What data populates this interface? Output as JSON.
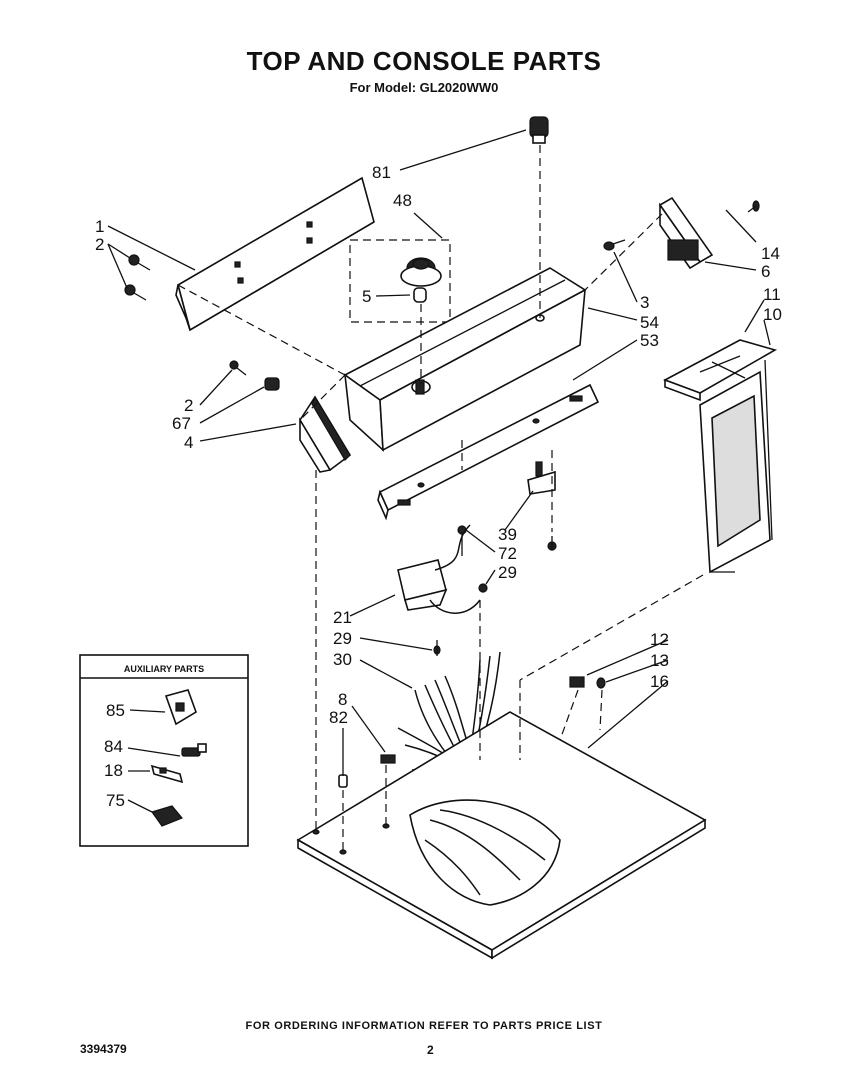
{
  "header": {
    "title": "TOP AND CONSOLE PARTS",
    "subtitle": "For Model: GL2020WW0"
  },
  "callouts": [
    "81",
    "48",
    "1",
    "2",
    "5",
    "14",
    "6",
    "3",
    "54",
    "11",
    "10",
    "53",
    "2",
    "67",
    "4",
    "39",
    "72",
    "29",
    "21",
    "29",
    "30",
    "12",
    "13",
    "16",
    "8",
    "82"
  ],
  "auxiliary": {
    "title": "AUXILIARY PARTS",
    "labels": [
      "85",
      "84",
      "18",
      "75"
    ]
  },
  "footer": {
    "ordering_note": "FOR ORDERING INFORMATION REFER TO PARTS PRICE LIST",
    "document_number": "3394379",
    "page_number": "2"
  }
}
